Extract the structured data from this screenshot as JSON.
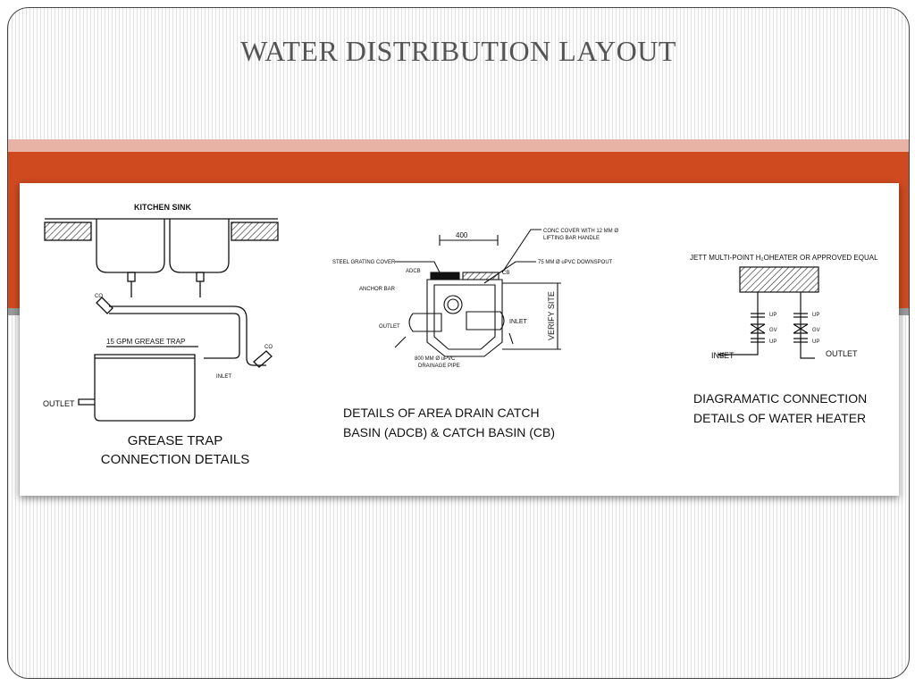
{
  "title": "WATER DISTRIBUTION LAYOUT",
  "grease": {
    "kitchen_sink": "KITCHEN SINK",
    "co_left": "CO",
    "co_right": "CO",
    "trap_label": "15 GPM GREASE TRAP",
    "inlet": "INLET",
    "outlet": "OUTLET",
    "caption_line1": "GREASE TRAP",
    "caption_line2": "CONNECTION DETAILS"
  },
  "basin": {
    "dim_400": "400",
    "conc_cover_1": "CONC COVER WITH 12 MM Ø",
    "conc_cover_2": "LIFTING BAR HANDLE",
    "steel_grating": "STEEL GRATING COVER",
    "adcb": "ADCB",
    "cb": "CB",
    "downspout": "75 MM Ø uPVC DOWNSPOUT",
    "anchor_bar": "ANCHOR BAR",
    "outlet": "OUTLET",
    "inlet": "INLET",
    "verify_site": "VERIFY SITE",
    "drainage_1": "800 MM Ø uPVC",
    "drainage_2": "DRAINAGE PIPE",
    "caption_line1": "DETAILS OF AREA DRAIN CATCH",
    "caption_line2": "BASIN (ADCB) & CATCH BASIN (CB)"
  },
  "heater": {
    "title": "JETT MULTI-POINT H₂OHEATER OR APPROVED EQUAL",
    "up1": "UP",
    "gv1": "GV",
    "up2": "UP",
    "up3": "UP",
    "gv2": "GV",
    "up4": "UP",
    "inlet": "INLET",
    "outlet": "OUTLET",
    "caption_line1": "DIAGRAMATIC CONNECTION",
    "caption_line2": "DETAILS OF WATER HEATER"
  }
}
